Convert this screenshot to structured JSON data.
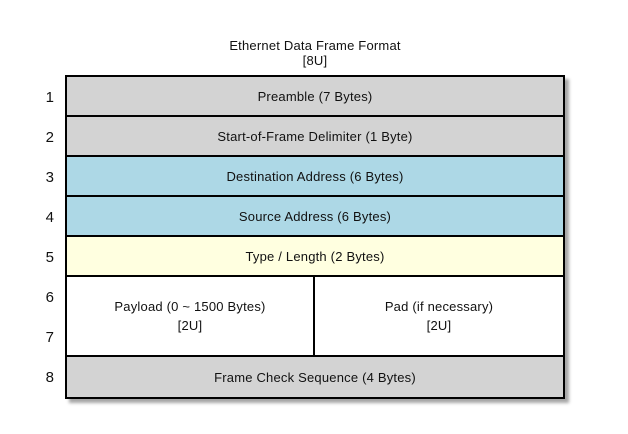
{
  "title": {
    "line1": "Ethernet Data Frame Format",
    "line2": "[8U]"
  },
  "row_numbers": [
    "1",
    "2",
    "3",
    "4",
    "5",
    "6",
    "7",
    "8"
  ],
  "segments": [
    {
      "row": "1",
      "label": "Preamble (7 Bytes)",
      "color": "#d3d3d3"
    },
    {
      "row": "2",
      "label": "Start-of-Frame Delimiter (1 Byte)",
      "color": "#d3d3d3"
    },
    {
      "row": "3",
      "label": "Destination Address (6 Bytes)",
      "color": "#add8e6"
    },
    {
      "row": "4",
      "label": "Source Address (6 Bytes)",
      "color": "#add8e6"
    },
    {
      "row": "5",
      "label": "Type / Length (2 Bytes)",
      "color": "#ffffe0"
    }
  ],
  "payload_row": {
    "rows": "6-7",
    "color": "#ffffff",
    "payload": {
      "line1": "Payload (0 ~ 1500 Bytes)",
      "line2": "[2U]"
    },
    "pad": {
      "line1": "Pad (if necessary)",
      "line2": "[2U]"
    }
  },
  "fcs_row": {
    "row": "8",
    "label": "Frame Check Sequence (4 Bytes)",
    "color": "#d3d3d3"
  },
  "colors": {
    "segment_gray": "#d3d3d3",
    "segment_blue": "#add8e6",
    "segment_yellow": "#ffffe0",
    "segment_white": "#ffffff",
    "border": "#000000",
    "background": "#ffffff",
    "text": "#111111"
  }
}
